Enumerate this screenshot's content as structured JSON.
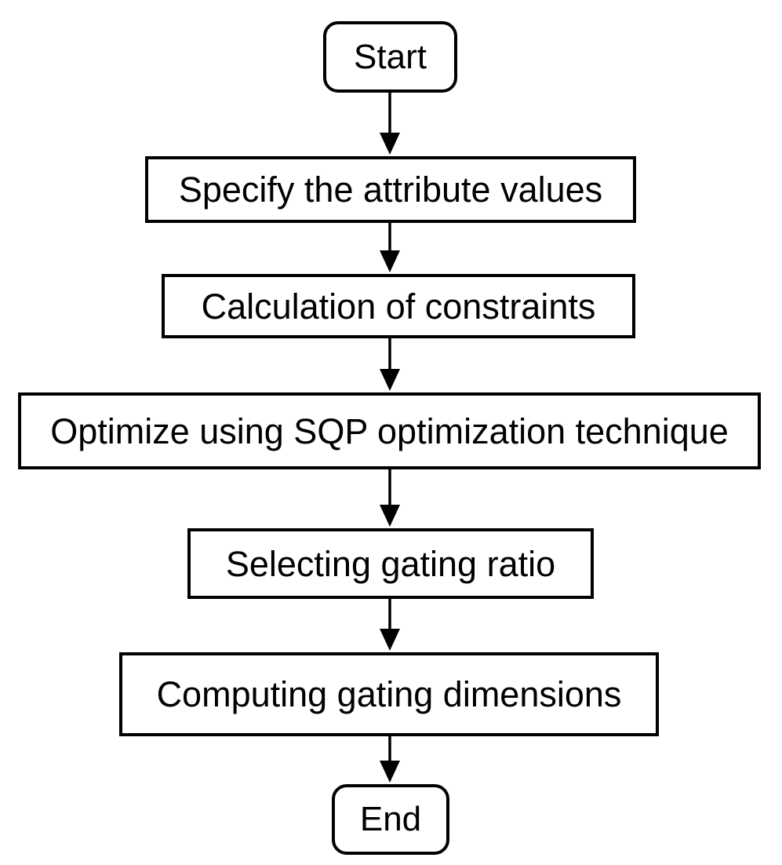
{
  "page": {
    "background_color": "#ffffff"
  },
  "flowchart": {
    "stroke_color": "#000000",
    "text_color": "#000000",
    "node_fill_color": "#ffffff",
    "nodes": [
      {
        "id": "start",
        "shape": "rounded-rectangle",
        "label": "Start"
      },
      {
        "id": "specify-attributes",
        "shape": "rectangle",
        "label": "Specify the attribute values"
      },
      {
        "id": "calculate-constraints",
        "shape": "rectangle",
        "label": "Calculation of constraints"
      },
      {
        "id": "optimize-sqp",
        "shape": "rectangle",
        "label": "Optimize using SQP optimization technique"
      },
      {
        "id": "select-gating-ratio",
        "shape": "rectangle",
        "label": "Selecting gating ratio"
      },
      {
        "id": "compute-gating-dimensions",
        "shape": "rectangle",
        "label": "Computing gating dimensions"
      },
      {
        "id": "end",
        "shape": "rounded-rectangle",
        "label": "End"
      }
    ],
    "connections": [
      {
        "from": "start",
        "to": "specify-attributes"
      },
      {
        "from": "specify-attributes",
        "to": "calculate-constraints"
      },
      {
        "from": "calculate-constraints",
        "to": "optimize-sqp"
      },
      {
        "from": "optimize-sqp",
        "to": "select-gating-ratio"
      },
      {
        "from": "select-gating-ratio",
        "to": "compute-gating-dimensions"
      },
      {
        "from": "compute-gating-dimensions",
        "to": "end"
      }
    ]
  }
}
